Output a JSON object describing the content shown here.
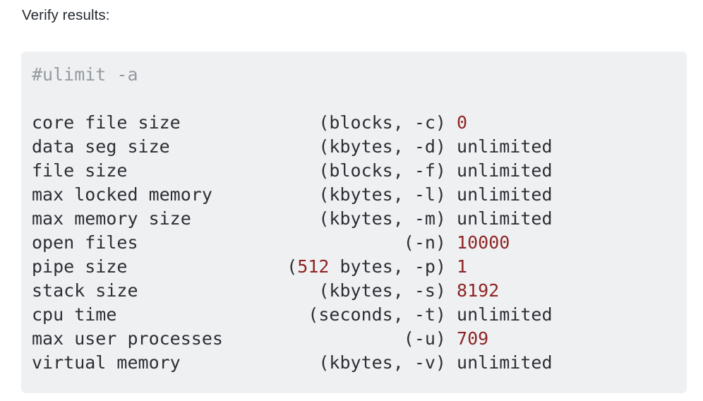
{
  "document": {
    "heading": "Verify results:"
  },
  "code_block": {
    "language": "shell",
    "background_color": "#eff0f2",
    "text_color": "#2b2f33",
    "comment_color": "#949aa0",
    "number_color": "#8f2525",
    "command_line": "#ulimit -a",
    "blank_line": "",
    "columns": {
      "name_width_chars": 24,
      "unit_width_chars": 15
    },
    "rows": [
      {
        "name": "core file size",
        "unit": "(blocks, -c)",
        "value": "0",
        "value_is_number": true,
        "unit_number": ""
      },
      {
        "name": "data seg size",
        "unit": "(kbytes, -d)",
        "value": "unlimited",
        "value_is_number": false,
        "unit_number": ""
      },
      {
        "name": "file size",
        "unit": "(blocks, -f)",
        "value": "unlimited",
        "value_is_number": false,
        "unit_number": ""
      },
      {
        "name": "max locked memory",
        "unit": "(kbytes, -l)",
        "value": "unlimited",
        "value_is_number": false,
        "unit_number": ""
      },
      {
        "name": "max memory size",
        "unit": "(kbytes, -m)",
        "value": "unlimited",
        "value_is_number": false,
        "unit_number": ""
      },
      {
        "name": "open files",
        "unit": "(-n)",
        "value": "10000",
        "value_is_number": true,
        "unit_number": ""
      },
      {
        "name": "pipe size",
        "unit": "(512 bytes, -p)",
        "value": "1",
        "value_is_number": true,
        "unit_number": "512"
      },
      {
        "name": "stack size",
        "unit": "(kbytes, -s)",
        "value": "8192",
        "value_is_number": true,
        "unit_number": ""
      },
      {
        "name": "cpu time",
        "unit": "(seconds, -t)",
        "value": "unlimited",
        "value_is_number": false,
        "unit_number": ""
      },
      {
        "name": "max user processes",
        "unit": "(-u)",
        "value": "709",
        "value_is_number": true,
        "unit_number": ""
      },
      {
        "name": "virtual memory",
        "unit": "(kbytes, -v)",
        "value": "unlimited",
        "value_is_number": false,
        "unit_number": ""
      }
    ]
  }
}
